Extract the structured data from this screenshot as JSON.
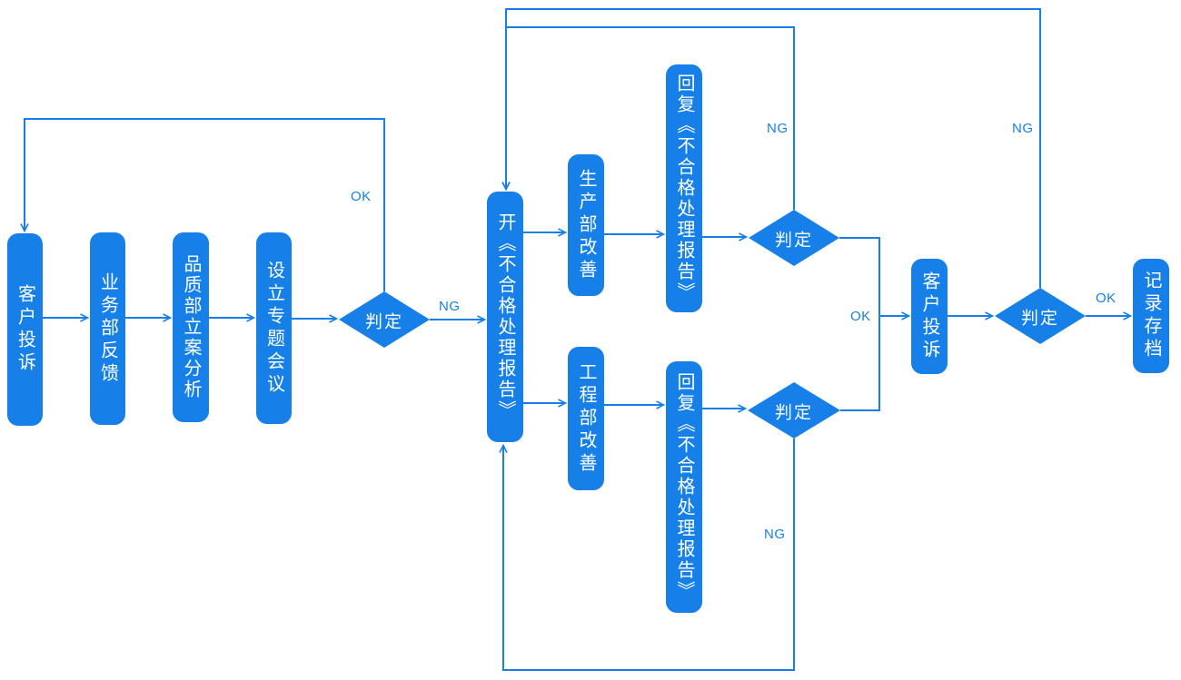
{
  "diagram": {
    "accent_color": "#1780E8",
    "background_color": "#FFFFFF",
    "nodes": [
      {
        "id": "customer-complaint",
        "label": "客户投诉"
      },
      {
        "id": "business-dept-feedback",
        "label": "业务部反馈"
      },
      {
        "id": "quality-dept-case-analysis",
        "label": "品质部立案分析"
      },
      {
        "id": "setup-special-meeting",
        "label": "设立专题会议"
      },
      {
        "id": "open-nonconforming-report",
        "label": "开《不合格处理报告》"
      },
      {
        "id": "production-dept-improvement",
        "label": "生产部改善"
      },
      {
        "id": "reply-nonconforming-report-top",
        "label": "回复《不合格处理报告》"
      },
      {
        "id": "engineering-dept-improvement",
        "label": "工程部改善"
      },
      {
        "id": "reply-nonconforming-report-bottom",
        "label": "回复《不合格处理报告》"
      },
      {
        "id": "customer-complaint-2",
        "label": "客户投诉"
      },
      {
        "id": "record-archive",
        "label": "记录存档"
      }
    ],
    "decisions": [
      {
        "id": "decision-1",
        "label": "判定"
      },
      {
        "id": "decision-2",
        "label": "判定"
      },
      {
        "id": "decision-3",
        "label": "判定"
      },
      {
        "id": "decision-4",
        "label": "判定"
      }
    ],
    "edge_labels": {
      "ok_main_loop": "OK",
      "ng_to_report": "NG",
      "ng_production_loop": "NG",
      "ng_final_loop": "NG",
      "ng_engineering_loop": "NG",
      "ok_to_customer": "OK",
      "ok_to_archive": "OK"
    }
  }
}
